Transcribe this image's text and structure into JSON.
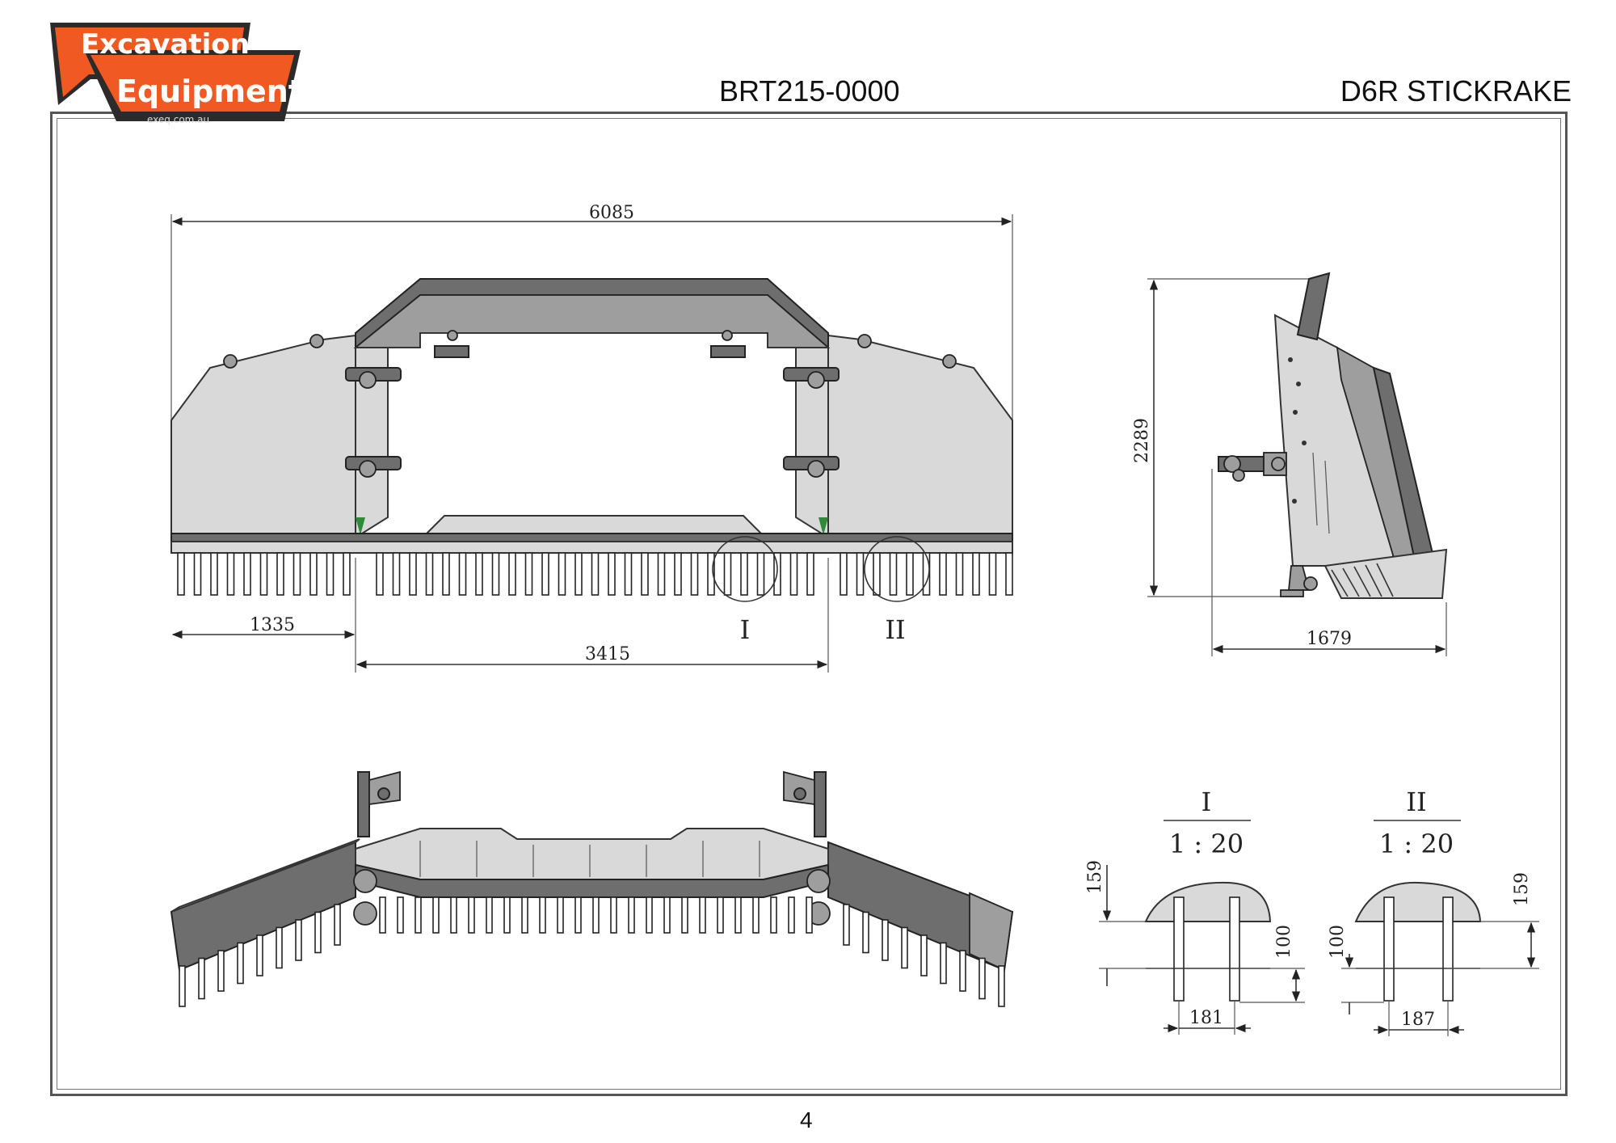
{
  "header": {
    "logo_line1": "Excavation",
    "logo_line2": "Equipment",
    "logo_url": "exeq.com.au",
    "drawing_code": "BRT215-0000",
    "product_name": "D6R STICKRAKE"
  },
  "front_view": {
    "overall_width": "6085",
    "wing_width": "1335",
    "center_width": "3415",
    "detail_callout_1": "I",
    "detail_callout_2": "II"
  },
  "side_view": {
    "height": "2289",
    "depth": "1679"
  },
  "detail_I": {
    "label": "I",
    "scale": "1 : 20",
    "height_top": "159",
    "height_gap": "100",
    "tine_spacing": "181"
  },
  "detail_II": {
    "label": "II",
    "scale": "1 : 20",
    "height_top": "159",
    "height_gap": "100",
    "tine_spacing": "187"
  },
  "footer": {
    "page_number": "4"
  },
  "colors": {
    "logo_orange": "#f05a22",
    "logo_dark": "#2b2b2b",
    "steel_light": "#d9d9d9",
    "steel_dark": "#6e6e6e",
    "weld_green": "#2e8b3a"
  }
}
